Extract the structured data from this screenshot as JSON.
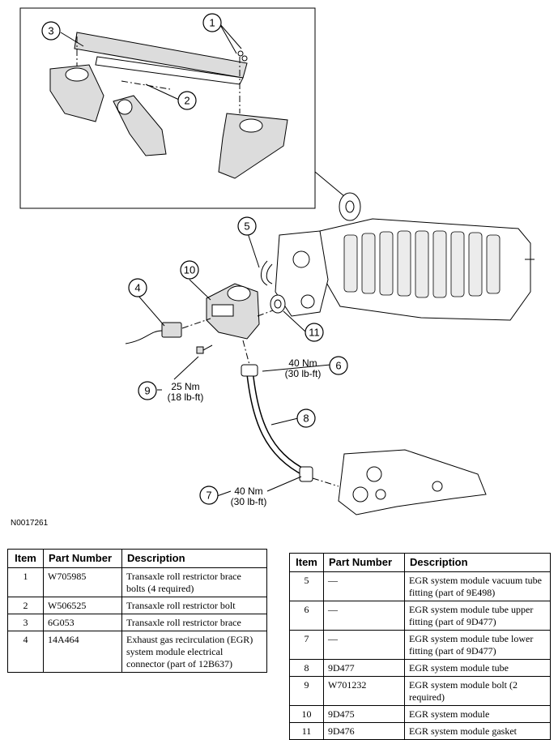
{
  "figure_id": "N0017261",
  "callouts": {
    "c1": "1",
    "c2": "2",
    "c3": "3",
    "c4": "4",
    "c5": "5",
    "c6": "6",
    "c7": "7",
    "c8": "8",
    "c9": "9",
    "c10": "10",
    "c11": "11"
  },
  "torques": {
    "t6": {
      "nm": "40 Nm",
      "lbft": "(30 lb-ft)"
    },
    "t7": {
      "nm": "40 Nm",
      "lbft": "(30 lb-ft)"
    },
    "t9": {
      "nm": "25 Nm",
      "lbft": "(18 lb-ft)"
    }
  },
  "table_headers": {
    "item": "Item",
    "part_number": "Part Number",
    "description": "Description"
  },
  "parts_left": [
    {
      "item": "1",
      "part_number": "W705985",
      "description": "Transaxle roll restrictor brace bolts (4 required)"
    },
    {
      "item": "2",
      "part_number": "W506525",
      "description": "Transaxle roll restrictor bolt"
    },
    {
      "item": "3",
      "part_number": "6G053",
      "description": "Transaxle roll restrictor brace"
    },
    {
      "item": "4",
      "part_number": "14A464",
      "description": "Exhaust gas recirculation (EGR) system module electrical connector (part of 12B637)"
    }
  ],
  "parts_right": [
    {
      "item": "5",
      "part_number": "—",
      "description": "EGR system module vacuum tube fitting (part of 9E498)"
    },
    {
      "item": "6",
      "part_number": "—",
      "description": "EGR system module tube upper fitting (part of 9D477)"
    },
    {
      "item": "7",
      "part_number": "—",
      "description": "EGR system module tube lower fitting (part of 9D477)"
    },
    {
      "item": "8",
      "part_number": "9D477",
      "description": "EGR system module tube"
    },
    {
      "item": "9",
      "part_number": "W701232",
      "description": "EGR system module bolt (2 required)"
    },
    {
      "item": "10",
      "part_number": "9D475",
      "description": "EGR system module"
    },
    {
      "item": "11",
      "part_number": "9D476",
      "description": "EGR system module gasket"
    }
  ]
}
